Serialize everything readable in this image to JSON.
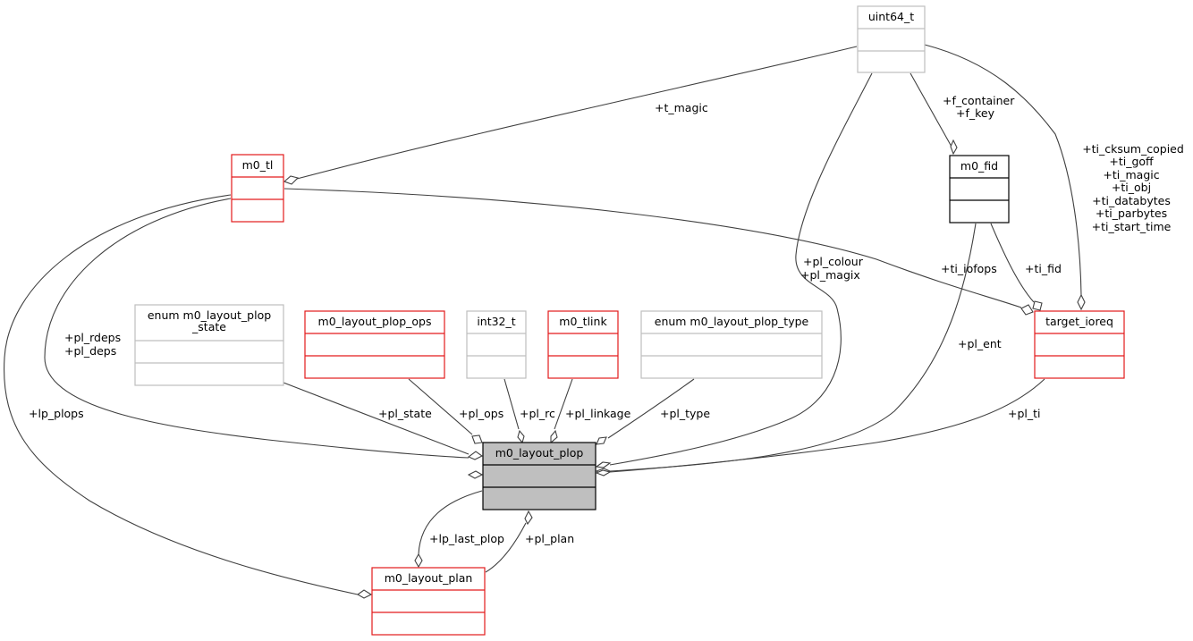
{
  "diagram": {
    "type": "collaboration-graph",
    "nodes": {
      "uint64": {
        "title": "uint64_t",
        "style": "gray"
      },
      "m0_tl": {
        "title": "m0_tl",
        "style": "red"
      },
      "m0_fid": {
        "title": "m0_fid",
        "style": "black"
      },
      "plop_state": {
        "title_lines": [
          "enum m0_layout_plop",
          "_state"
        ],
        "style": "gray"
      },
      "plop_ops": {
        "title": "m0_layout_plop_ops",
        "style": "red"
      },
      "int32": {
        "title": "int32_t",
        "style": "gray"
      },
      "m0_tlink": {
        "title": "m0_tlink",
        "style": "red"
      },
      "plop_type": {
        "title": "enum m0_layout_plop_type",
        "style": "gray"
      },
      "target_ioreq": {
        "title": "target_ioreq",
        "style": "red"
      },
      "m0_layout_plop": {
        "title": "m0_layout_plop",
        "style": "focus"
      },
      "m0_layout_plan": {
        "title": "m0_layout_plan",
        "style": "red"
      }
    },
    "edges": {
      "t_magic": [
        "+t_magic"
      ],
      "f_container": [
        "+f_container",
        "+f_key"
      ],
      "ti_multi": [
        "+ti_cksum_copied",
        "+ti_goff",
        "+ti_magic",
        "+ti_obj",
        "+ti_databytes",
        "+ti_parbytes",
        "+ti_start_time"
      ],
      "pl_colour": [
        "+pl_colour",
        "+pl_magix"
      ],
      "ti_iofops": [
        "+ti_iofops"
      ],
      "ti_fid": [
        "+ti_fid"
      ],
      "pl_rdeps": [
        "+pl_rdeps",
        "+pl_deps"
      ],
      "lp_plops": [
        "+lp_plops"
      ],
      "pl_state": [
        "+pl_state"
      ],
      "pl_ops": [
        "+pl_ops"
      ],
      "pl_rc": [
        "+pl_rc"
      ],
      "pl_linkage": [
        "+pl_linkage"
      ],
      "pl_type": [
        "+pl_type"
      ],
      "pl_ent": [
        "+pl_ent"
      ],
      "pl_ti": [
        "+pl_ti"
      ],
      "lp_last_plop": [
        "+lp_last_plop"
      ],
      "pl_plan": [
        "+pl_plan"
      ]
    },
    "colors": {
      "red_border": "#e31a1c",
      "gray_border": "#bfbfbf",
      "black_border": "#000000",
      "focus_fill": "#bfbfbf",
      "edge": "#404040"
    }
  }
}
